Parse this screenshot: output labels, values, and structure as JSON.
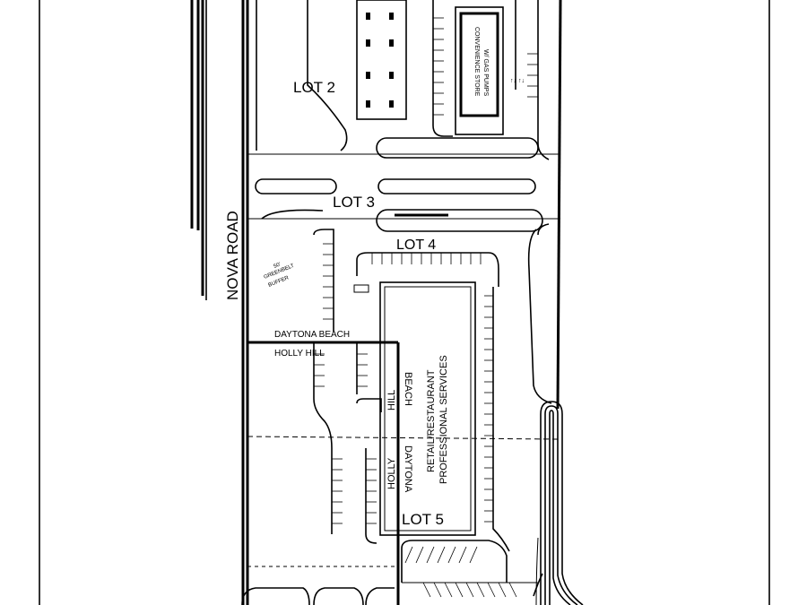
{
  "plan": {
    "road_label": "NOVA ROAD",
    "lots": {
      "lot2": "LOT 2",
      "lot3": "LOT 3",
      "lot4": "LOT 4",
      "lot5": "LOT 5"
    },
    "store_label_line1": "CONVENIENCE STORE",
    "store_label_line2": "W/ GAS PUMPS",
    "greenbelt_line1": "50'",
    "greenbelt_line2": "GREENBELT",
    "greenbelt_line3": "BUFFER",
    "city_boundary": {
      "north_city": "DAYTONA BEACH",
      "south_city": "HOLLY HILL",
      "vertical_holly_upper": "HILL",
      "vertical_daytona_upper": "BEACH",
      "vertical_holly_lower": "HOLLY",
      "vertical_daytona_lower": "DAYTONA"
    },
    "building_line1": "RETAIL/RESTAURANT",
    "building_line2": "PROFESSIONAL SERVICES"
  }
}
